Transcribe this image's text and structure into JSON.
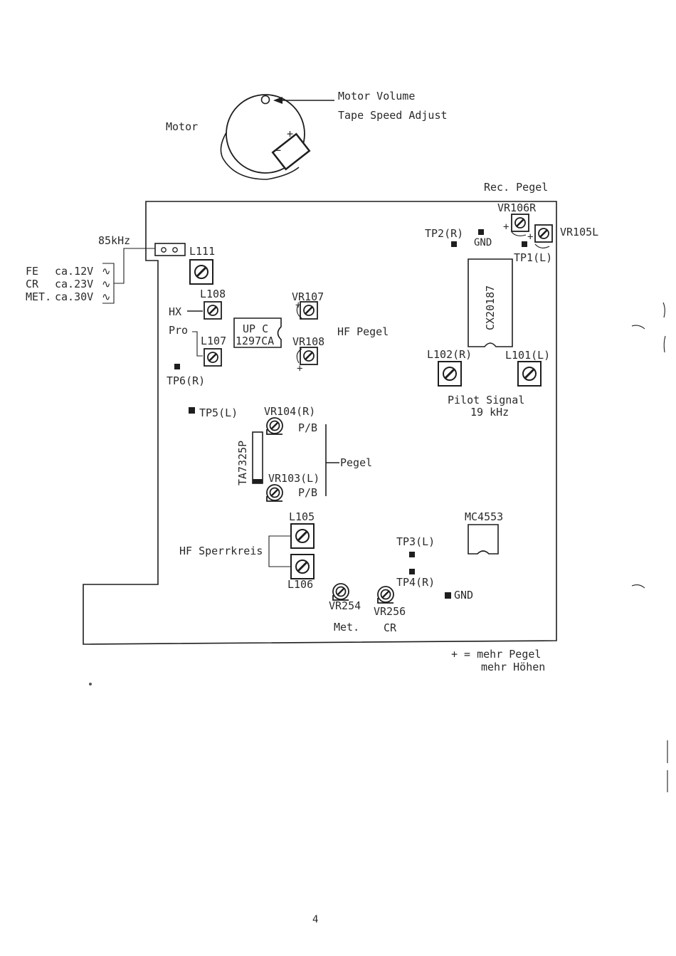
{
  "motor": {
    "label": "Motor",
    "volume_label": "Motor Volume",
    "speed_label": "Tape Speed Adjust",
    "plus": "+",
    "minus": "−"
  },
  "board": {
    "rec_pegel": "Rec. Pegel",
    "vr106r": "VR106R",
    "vr105l": "VR105L",
    "tp2r": "TP2(R)",
    "gnd_top": "GND",
    "tp1l": "TP1(L)",
    "cx_chip": "CX20187",
    "l102r": "L102(R)",
    "l101l": "L101(L)",
    "pilot_signal": "Pilot Signal",
    "pilot_freq": "19 kHz",
    "khz85": "85kHz",
    "l111": "L111",
    "fe_label": "FE",
    "fe_value": "ca.12V",
    "cr_label": "CR",
    "cr_value": "ca.23V",
    "met_label": "MET.",
    "met_value": "ca.30V",
    "ac_symbol": "∿",
    "l108": "L108",
    "hx": "HX",
    "pro": "Pro",
    "l107": "L107",
    "upc_line1": "UP C",
    "upc_line2": "1297CA",
    "vr107": "VR107",
    "vr108": "VR108",
    "hf_pegel": "HF Pegel",
    "tp6r": "TP6(R)",
    "tp5l": "TP5(L)",
    "vr104r": "VR104(R)",
    "pb1": "P/B",
    "ta_chip": "TA7325P",
    "pegel": "Pegel",
    "vr103l": "VR103(L)",
    "pb2": "P/B",
    "l105": "L105",
    "hf_sperrkreis": "HF Sperrkreis",
    "l106": "L106",
    "vr254": "VR254",
    "met": "Met.",
    "vr256": "VR256",
    "cr": "CR",
    "tp3l": "TP3(L)",
    "tp4r": "TP4(R)",
    "gnd_bottom": "GND",
    "mc_chip": "MC4553",
    "plus_sign": "+"
  },
  "legend": {
    "line1": "+ = mehr Pegel",
    "line2": "mehr Höhen"
  },
  "page_number": "4"
}
